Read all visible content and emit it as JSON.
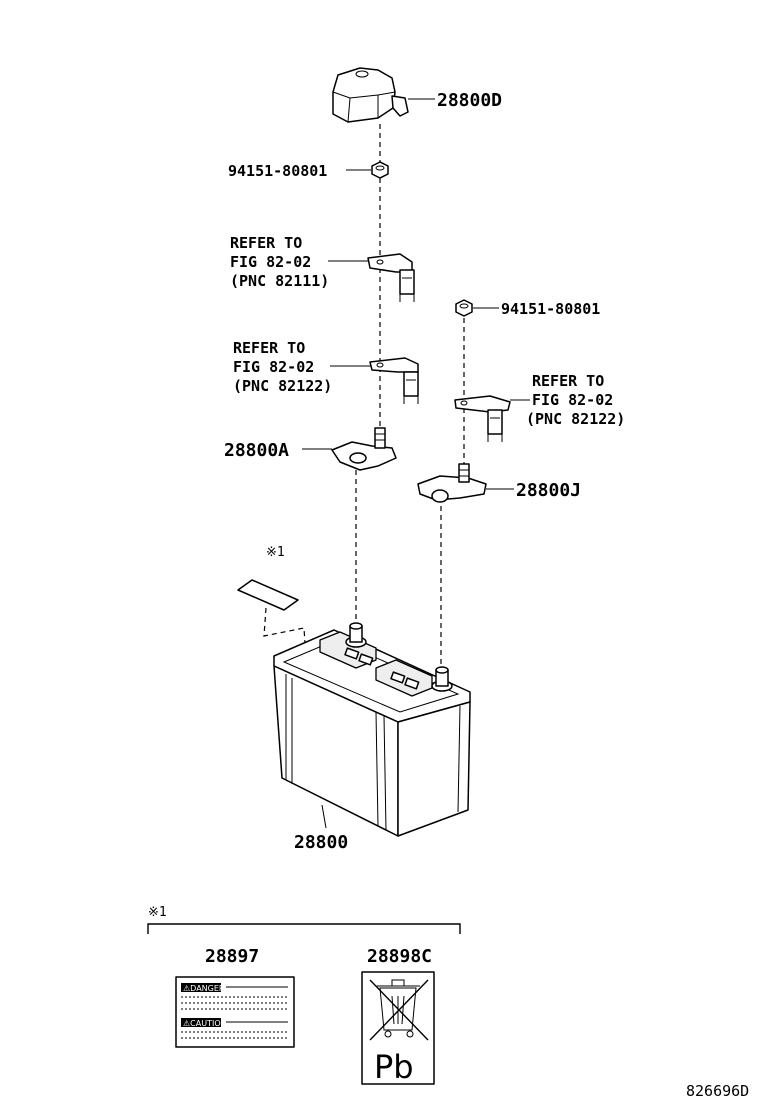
{
  "labels": {
    "cover": "28800D",
    "nut_left": "94151-80801",
    "refer_a_line1": "REFER TO",
    "refer_a_line2": "FIG 82-02",
    "refer_a_line3": "(PNC 82111)",
    "nut_right": "94151-80801",
    "refer_b_line1": "REFER TO",
    "refer_b_line2": "FIG 82-02",
    "refer_b_line3": "(PNC 82122)",
    "refer_c_line1": "REFER TO",
    "refer_c_line2": "FIG 82-02",
    "refer_c_line3": "(PNC 82122)",
    "clamp_plus": "28800A",
    "clamp_minus": "28800J",
    "note_mark_top": "※1",
    "battery": "28800",
    "note_mark_bottom": "※1",
    "label_a": "28897",
    "label_b": "28898C",
    "pb": "Pb",
    "drawing_number": "826696D"
  },
  "label_sticker": {
    "line1": "⚠DANGER",
    "line2": "⚠CAUTION"
  }
}
